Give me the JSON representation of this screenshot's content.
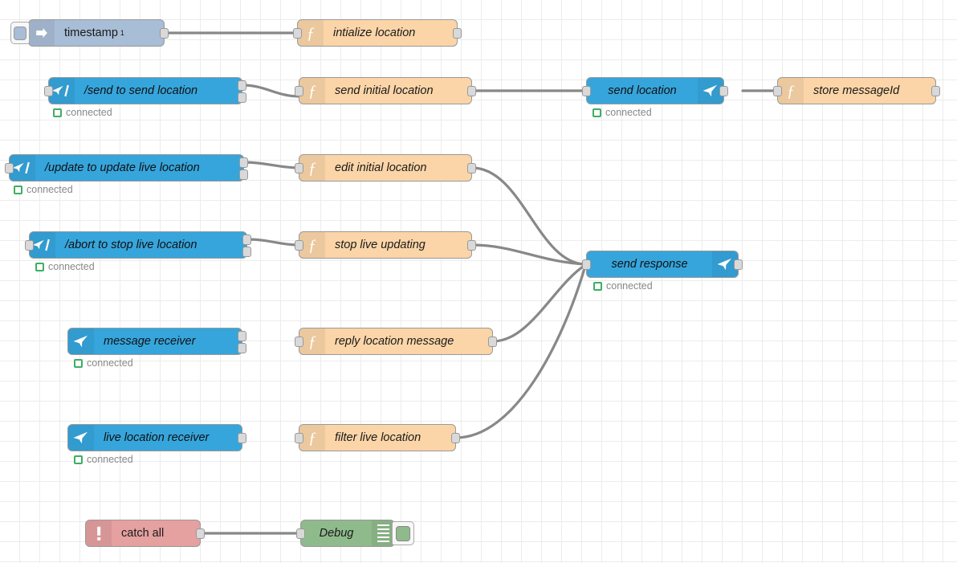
{
  "editor": {
    "name": "node-red-flow-canvas",
    "background": "#ffffff",
    "grid_color": "#ececec",
    "grid_size": 25
  },
  "palette": {
    "function_node": "#fbd5a8",
    "telegram_node": "#36a5dc",
    "inject_node": "#a8bdd6",
    "catch_node": "#e5a0a0",
    "debug_node": "#8fba8b",
    "wire": "#888888",
    "port": "#d9d9d9",
    "status_ok": "#3fae63"
  },
  "status_labels": {
    "connected": "connected"
  },
  "nodes": [
    {
      "id": "timestamp",
      "label": "timestamp",
      "sup": "1",
      "type": "inject",
      "icon": "inject-arrow-icon",
      "status": null
    },
    {
      "id": "intialize",
      "label": "intialize location",
      "type": "function",
      "icon": "function-f-icon",
      "status": null
    },
    {
      "id": "cmd_send",
      "label": "/send to send location",
      "type": "telegram-command",
      "icon": "telegram-command-icon",
      "status": "connected"
    },
    {
      "id": "send_initial",
      "label": "send initial location",
      "type": "function",
      "icon": "function-f-icon",
      "status": null
    },
    {
      "id": "send_location",
      "label": "send location",
      "type": "telegram-sender",
      "icon": "telegram-plane-icon",
      "status": "connected"
    },
    {
      "id": "store_messageid",
      "label": "store messageId",
      "type": "function",
      "icon": "function-f-icon",
      "status": null
    },
    {
      "id": "cmd_update",
      "label": "/update to update live location",
      "type": "telegram-command",
      "icon": "telegram-command-icon",
      "status": "connected"
    },
    {
      "id": "edit_initial",
      "label": "edit initial location",
      "type": "function",
      "icon": "function-f-icon",
      "status": null
    },
    {
      "id": "cmd_abort",
      "label": "/abort to stop live location",
      "type": "telegram-command",
      "icon": "telegram-command-icon",
      "status": "connected"
    },
    {
      "id": "stop_live",
      "label": "stop live updating",
      "type": "function",
      "icon": "function-f-icon",
      "status": null
    },
    {
      "id": "send_response",
      "label": "send response",
      "type": "telegram-sender",
      "icon": "telegram-plane-icon",
      "status": "connected"
    },
    {
      "id": "message_receiver",
      "label": "message receiver",
      "type": "telegram-receiver",
      "icon": "telegram-plane-icon",
      "status": "connected"
    },
    {
      "id": "reply_location",
      "label": "reply location message",
      "type": "function",
      "icon": "function-f-icon",
      "status": null
    },
    {
      "id": "live_receiver",
      "label": "live location receiver",
      "type": "telegram-receiver",
      "icon": "telegram-plane-icon",
      "status": "connected"
    },
    {
      "id": "filter_live",
      "label": "filter live location",
      "type": "function",
      "icon": "function-f-icon",
      "status": null
    },
    {
      "id": "catch_all",
      "label": "catch all",
      "type": "catch",
      "icon": "exclamation-icon",
      "status": null
    },
    {
      "id": "debug",
      "label": "Debug",
      "type": "debug",
      "icon": "debug-list-icon",
      "status": null
    }
  ]
}
